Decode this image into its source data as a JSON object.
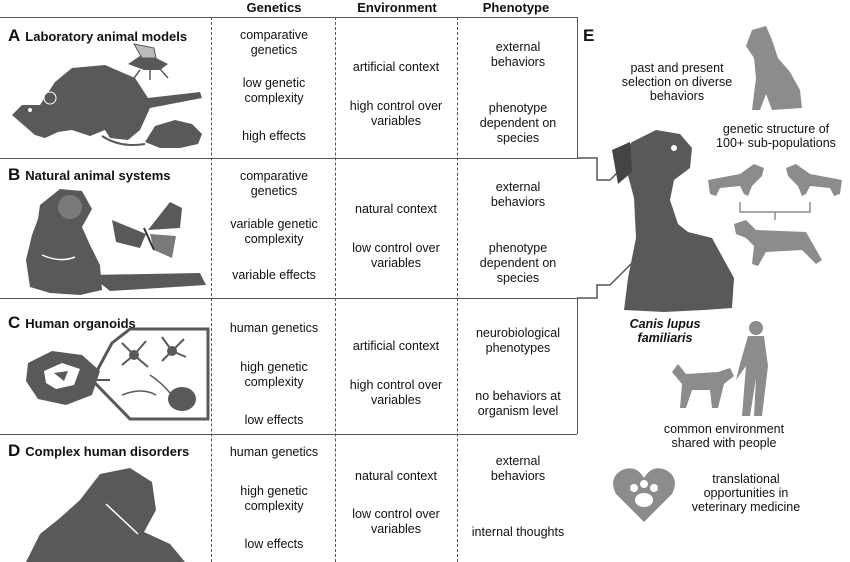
{
  "headers": {
    "genetics": "Genetics",
    "environment": "Environment",
    "phenotype": "Phenotype"
  },
  "rows": [
    {
      "letter": "A",
      "title": "Laboratory animal models",
      "genetics": [
        "comparative genetics",
        "low genetic complexity",
        "high effects"
      ],
      "environment": [
        "artificial context",
        "high control over variables"
      ],
      "phenotype": [
        "external behaviors",
        "phenotype dependent on species"
      ]
    },
    {
      "letter": "B",
      "title": "Natural animal systems",
      "genetics": [
        "comparative genetics",
        "variable genetic complexity",
        "variable effects"
      ],
      "environment": [
        "natural context",
        "low control over variables"
      ],
      "phenotype": [
        "external behaviors",
        "phenotype dependent on species"
      ]
    },
    {
      "letter": "C",
      "title": "Human organoids",
      "genetics": [
        "human genetics",
        "high genetic complexity",
        "low effects"
      ],
      "environment": [
        "artificial context",
        "high control over variables"
      ],
      "phenotype": [
        "neurobiological phenotypes",
        "no behaviors at organism level"
      ]
    },
    {
      "letter": "D",
      "title": "Complex human disorders",
      "genetics": [
        "human genetics",
        "high genetic complexity",
        "low effects"
      ],
      "environment": [
        "natural context",
        "low control over variables"
      ],
      "phenotype": [
        "external behaviors",
        "internal thoughts"
      ]
    }
  ],
  "panel_e": {
    "letter": "E",
    "selection": "past and present selection on diverse behaviors",
    "structure": "genetic structure of 100+ sub-populations",
    "species": "Canis lupus familiaris",
    "environment": "common environment shared with people",
    "veterinary": "translational opportunities in veterinary medicine"
  },
  "colors": {
    "silhouette": "#595959",
    "silhouette_light": "#8c8c8c",
    "lines": "#555555"
  }
}
